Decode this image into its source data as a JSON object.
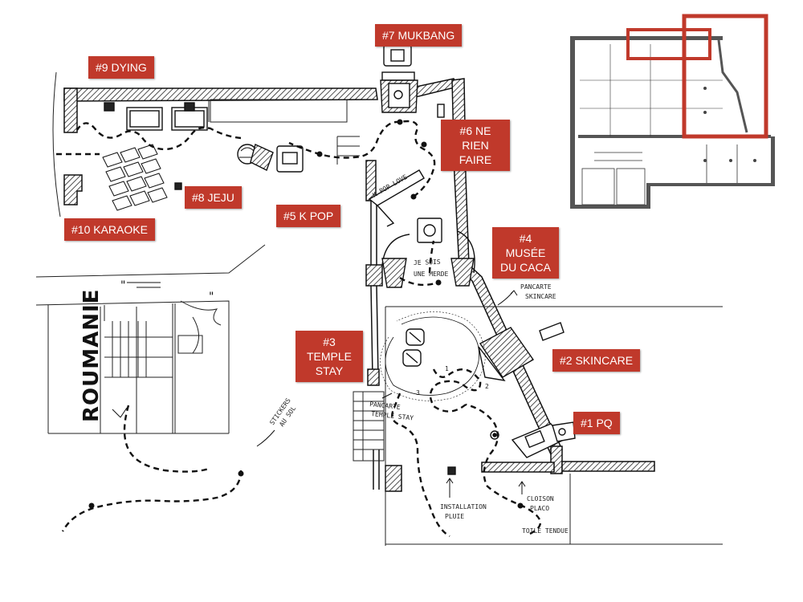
{
  "colors": {
    "tag_bg": "#c0392b",
    "tag_text": "#ffffff",
    "ink": "#1a1a1a",
    "highlight": "#c0392b"
  },
  "tags": [
    {
      "id": "1",
      "label": "#1 PQ"
    },
    {
      "id": "2",
      "label": "#2 SKINCARE"
    },
    {
      "id": "3",
      "label": "#3 TEMPLE STAY"
    },
    {
      "id": "4",
      "label": "#4 MUSÉE DU CACA"
    },
    {
      "id": "5",
      "label": "#5 K POP"
    },
    {
      "id": "6",
      "label": "#6 NE RIEN FAIRE"
    },
    {
      "id": "7",
      "label": "#7 MUKBANG"
    },
    {
      "id": "8",
      "label": "#8 JEJU"
    },
    {
      "id": "9",
      "label": "#9 DYING"
    },
    {
      "id": "10",
      "label": "#10 KARAOKE"
    }
  ],
  "sketch_text": {
    "roumanie": "ROUMANIE",
    "je_suis_une_merde": "JE SUIS UNE MERDE",
    "pancarte_skincare": "PANCARTE SKINCARE",
    "pancarte_temple_stay": "PANCARTE TEMPLE STAY",
    "installation_pluie": "INSTALLATION PLUIE",
    "cloison_placoplatre": "CLOISON PLACO",
    "toile_tendue": "TOILE TENDUE",
    "stickers": "STICKERS AU SOL",
    "kpop_banner": "K POP LOVE",
    "stay_numbers": "1 2 3"
  }
}
